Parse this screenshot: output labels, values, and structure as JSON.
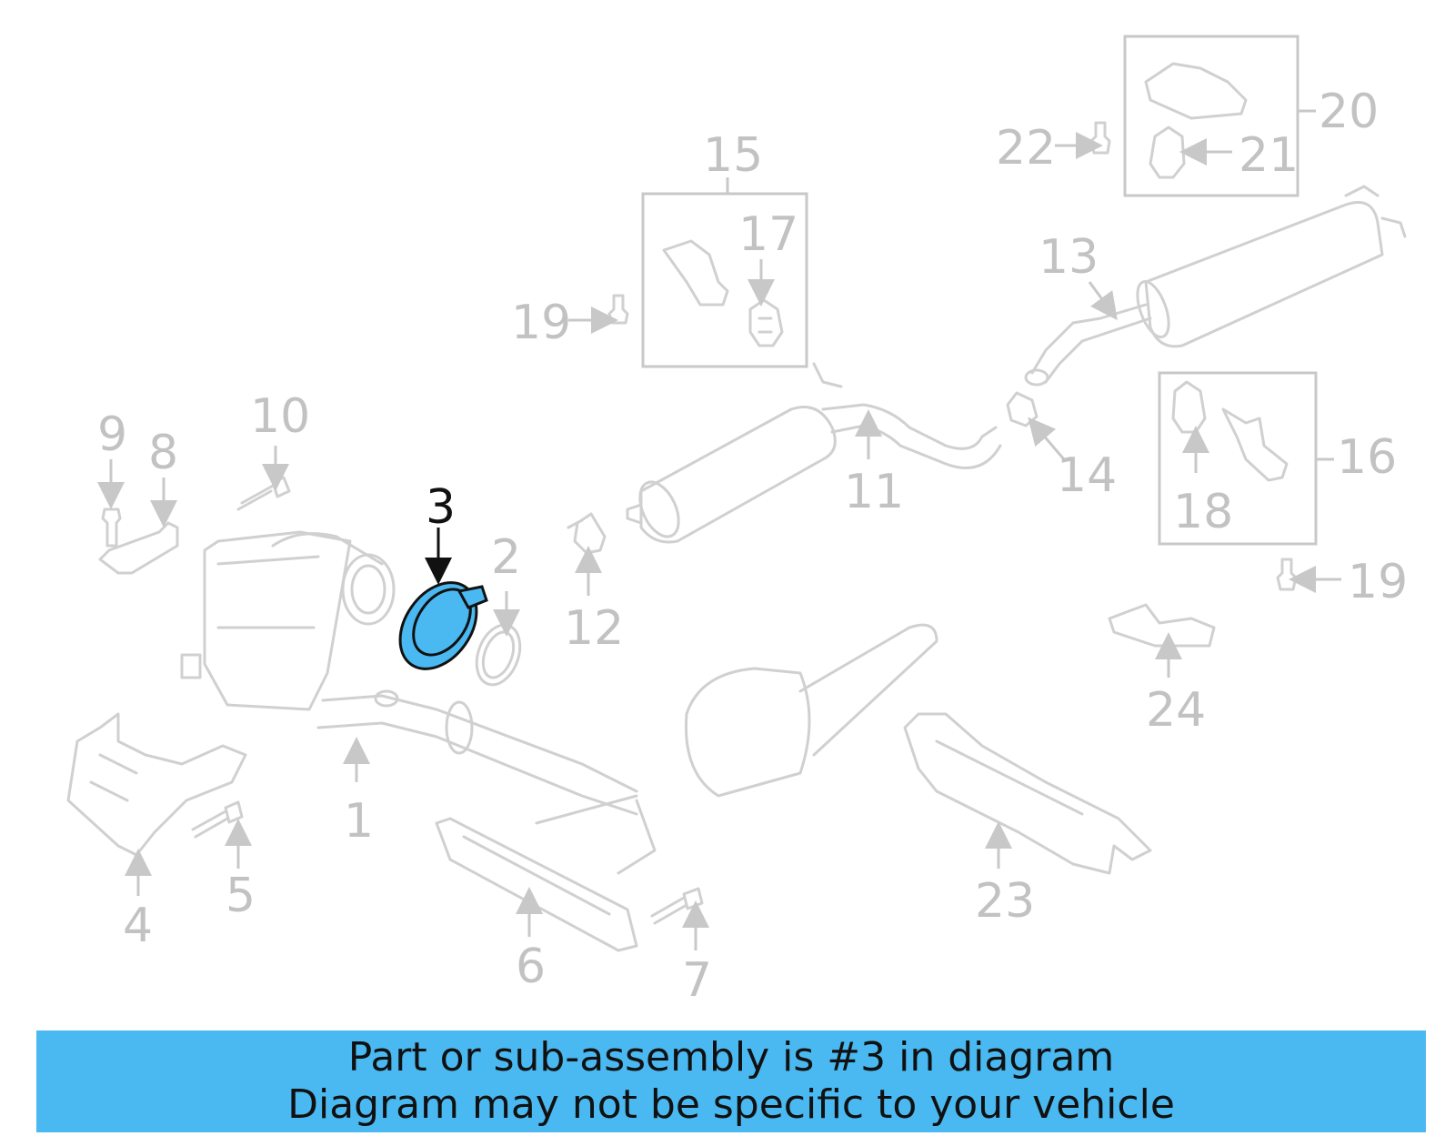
{
  "diagram": {
    "highlight_color": "#4ab9f1",
    "callouts": {
      "c1": "1",
      "c2": "2",
      "c3": "3",
      "c4": "4",
      "c5": "5",
      "c6": "6",
      "c7": "7",
      "c8": "8",
      "c9": "9",
      "c10": "10",
      "c11": "11",
      "c12": "12",
      "c13": "13",
      "c14": "14",
      "c15": "15",
      "c16": "16",
      "c17": "17",
      "c18": "18",
      "c19a": "19",
      "c19b": "19",
      "c20": "20",
      "c21": "21",
      "c22": "22",
      "c23": "23",
      "c24": "24"
    }
  },
  "banner": {
    "line1": "Part or sub-assembly is #3 in diagram",
    "line2": "Diagram may not be specific to your vehicle",
    "background": "#4ab9f1"
  }
}
